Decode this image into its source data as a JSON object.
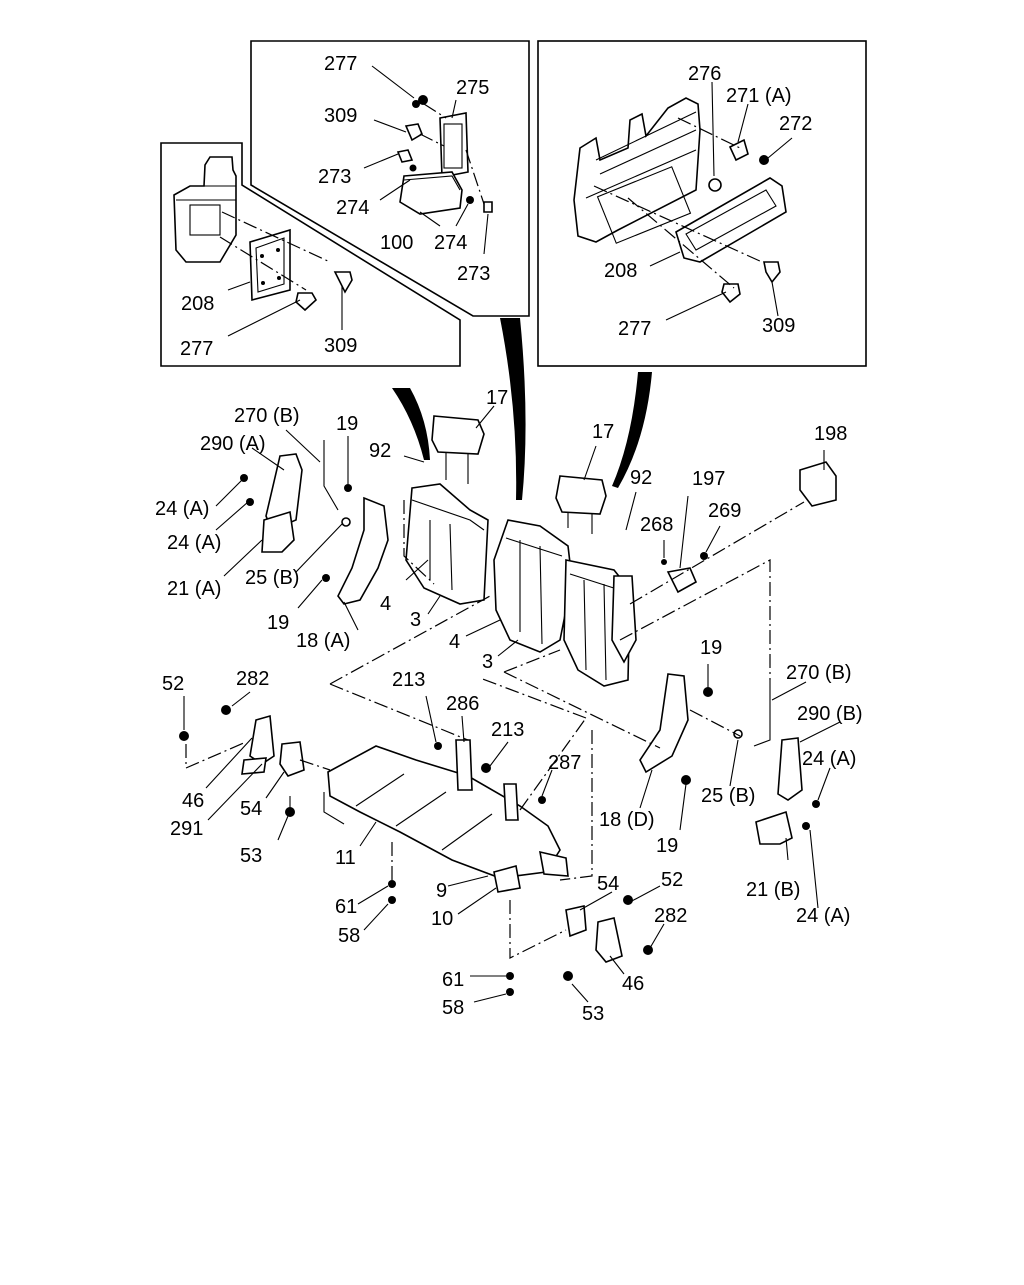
{
  "callouts": [
    {
      "id": "c-277-a",
      "text": "277"
    },
    {
      "id": "c-275",
      "text": "275"
    },
    {
      "id": "c-309-a",
      "text": "309"
    },
    {
      "id": "c-273-a",
      "text": "273"
    },
    {
      "id": "c-274-a",
      "text": "274"
    },
    {
      "id": "c-100",
      "text": "100"
    },
    {
      "id": "c-274-b",
      "text": "274"
    },
    {
      "id": "c-273-b",
      "text": "273"
    },
    {
      "id": "c-208-a",
      "text": "208"
    },
    {
      "id": "c-277-b",
      "text": "277"
    },
    {
      "id": "c-309-b",
      "text": "309"
    },
    {
      "id": "c-276",
      "text": "276"
    },
    {
      "id": "c-271a",
      "text": "271 (A)"
    },
    {
      "id": "c-272",
      "text": "272"
    },
    {
      "id": "c-208-b",
      "text": "208"
    },
    {
      "id": "c-277-c",
      "text": "277"
    },
    {
      "id": "c-309-c",
      "text": "309"
    },
    {
      "id": "c-270b-a",
      "text": "270 (B)"
    },
    {
      "id": "c-290a",
      "text": "290 (A)"
    },
    {
      "id": "c-24a-1",
      "text": "24 (A)"
    },
    {
      "id": "c-24a-2",
      "text": "24 (A)"
    },
    {
      "id": "c-21a",
      "text": "21 (A)"
    },
    {
      "id": "c-25b-a",
      "text": "25 (B)"
    },
    {
      "id": "c-19-a",
      "text": "19"
    },
    {
      "id": "c-19-b",
      "text": "19"
    },
    {
      "id": "c-18a",
      "text": "18 (A)"
    },
    {
      "id": "c-92-a",
      "text": "92"
    },
    {
      "id": "c-17-a",
      "text": "17"
    },
    {
      "id": "c-4-a",
      "text": "4"
    },
    {
      "id": "c-3-a",
      "text": "3"
    },
    {
      "id": "c-17-b",
      "text": "17"
    },
    {
      "id": "c-4-b",
      "text": "4"
    },
    {
      "id": "c-3-b",
      "text": "3"
    },
    {
      "id": "c-92-b",
      "text": "92"
    },
    {
      "id": "c-198",
      "text": "198"
    },
    {
      "id": "c-197",
      "text": "197"
    },
    {
      "id": "c-268",
      "text": "268"
    },
    {
      "id": "c-269",
      "text": "269"
    },
    {
      "id": "c-19-c",
      "text": "19"
    },
    {
      "id": "c-270b-b",
      "text": "270 (B)"
    },
    {
      "id": "c-290b",
      "text": "290 (B)"
    },
    {
      "id": "c-24a-3",
      "text": "24 (A)"
    },
    {
      "id": "c-25b-b",
      "text": "25 (B)"
    },
    {
      "id": "c-18d",
      "text": "18 (D)"
    },
    {
      "id": "c-19-d",
      "text": "19"
    },
    {
      "id": "c-21b",
      "text": "21 (B)"
    },
    {
      "id": "c-24a-4",
      "text": "24 (A)"
    },
    {
      "id": "c-52-a",
      "text": "52"
    },
    {
      "id": "c-282-a",
      "text": "282"
    },
    {
      "id": "c-46-a",
      "text": "46"
    },
    {
      "id": "c-291",
      "text": "291"
    },
    {
      "id": "c-54-a",
      "text": "54"
    },
    {
      "id": "c-53-a",
      "text": "53"
    },
    {
      "id": "c-213-a",
      "text": "213"
    },
    {
      "id": "c-286",
      "text": "286"
    },
    {
      "id": "c-213-b",
      "text": "213"
    },
    {
      "id": "c-287",
      "text": "287"
    },
    {
      "id": "c-11",
      "text": "11"
    },
    {
      "id": "c-9",
      "text": "9"
    },
    {
      "id": "c-10",
      "text": "10"
    },
    {
      "id": "c-61-a",
      "text": "61"
    },
    {
      "id": "c-58-a",
      "text": "58"
    },
    {
      "id": "c-54-b",
      "text": "54"
    },
    {
      "id": "c-52-b",
      "text": "52"
    },
    {
      "id": "c-282-b",
      "text": "282"
    },
    {
      "id": "c-46-b",
      "text": "46"
    },
    {
      "id": "c-61-b",
      "text": "61"
    },
    {
      "id": "c-58-b",
      "text": "58"
    },
    {
      "id": "c-53-b",
      "text": "53"
    }
  ]
}
